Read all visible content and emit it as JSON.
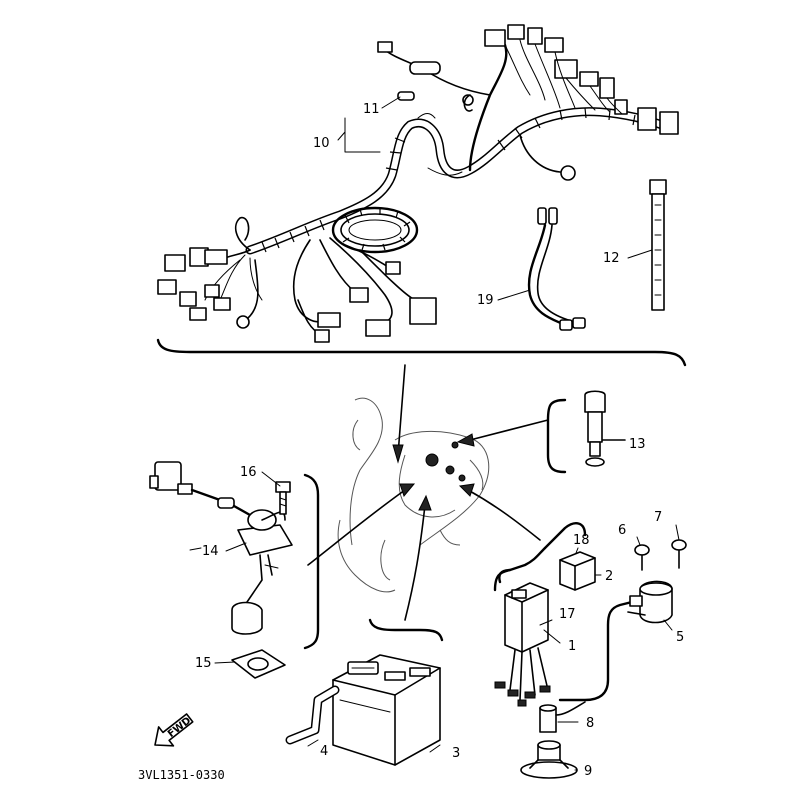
{
  "diagram": {
    "drawing_code": "3VL1351-0330",
    "fwd_label": "FWD",
    "callouts": [
      {
        "id": "p1",
        "text": "1"
      },
      {
        "id": "p2",
        "text": "2"
      },
      {
        "id": "p3",
        "text": "3"
      },
      {
        "id": "p4",
        "text": "4"
      },
      {
        "id": "p5",
        "text": "5"
      },
      {
        "id": "p6",
        "text": "6"
      },
      {
        "id": "p7",
        "text": "7"
      },
      {
        "id": "p8",
        "text": "8"
      },
      {
        "id": "p9",
        "text": "9"
      },
      {
        "id": "p10",
        "text": "10"
      },
      {
        "id": "p11",
        "text": "11"
      },
      {
        "id": "p12",
        "text": "12"
      },
      {
        "id": "p13",
        "text": "13"
      },
      {
        "id": "p14",
        "text": "14"
      },
      {
        "id": "p15",
        "text": "15"
      },
      {
        "id": "p16",
        "text": "16"
      },
      {
        "id": "p17",
        "text": "17"
      },
      {
        "id": "p18",
        "text": "18"
      },
      {
        "id": "p19",
        "text": "19"
      }
    ]
  }
}
